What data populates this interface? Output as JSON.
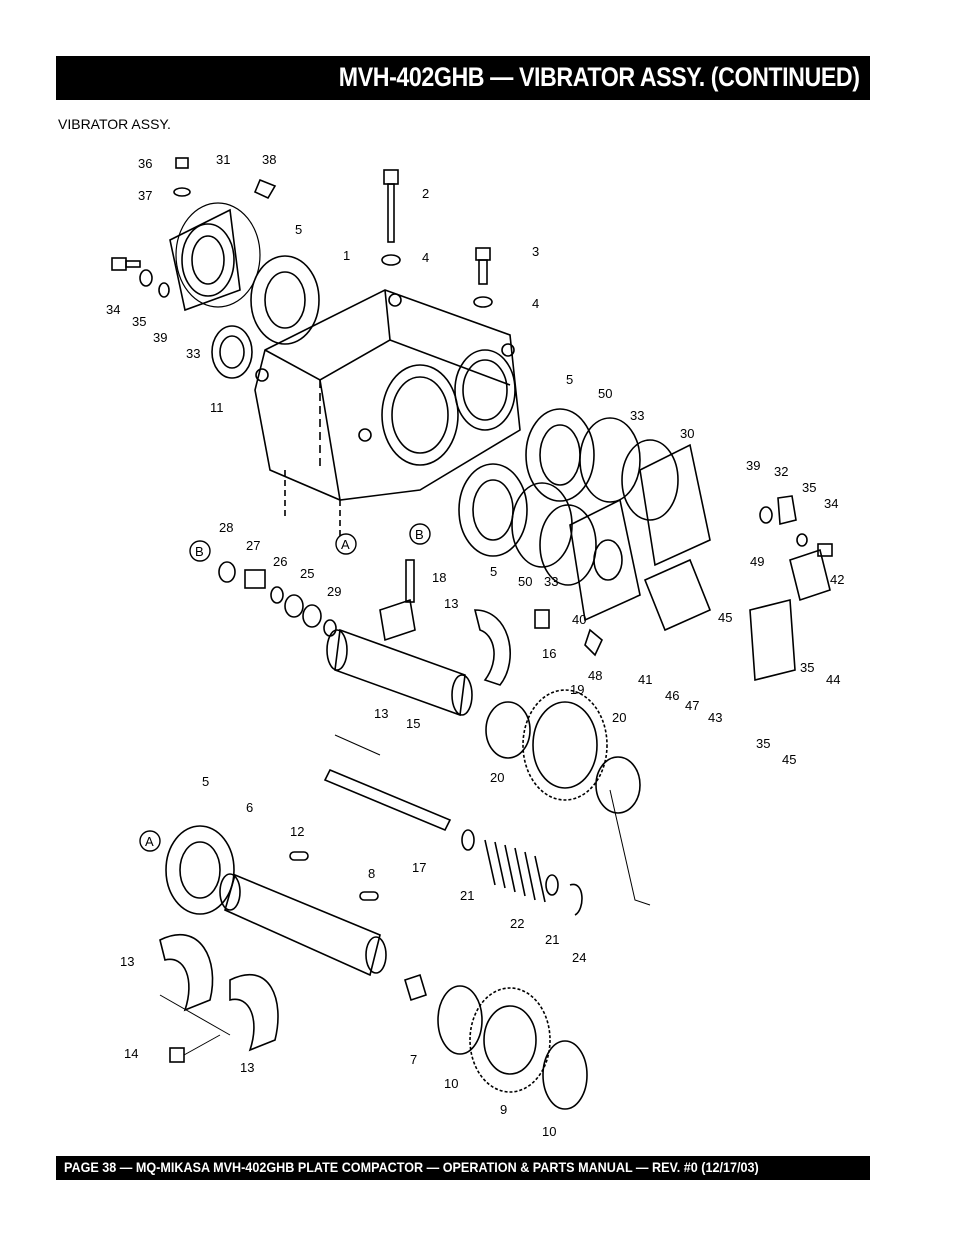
{
  "header": {
    "title": "MVH-402GHB — VIBRATOR ASSY. (CONTINUED)"
  },
  "section": {
    "label": "VIBRATOR  ASSY."
  },
  "callouts": [
    {
      "id": "c36",
      "text": "36"
    },
    {
      "id": "c31",
      "text": "31"
    },
    {
      "id": "c38",
      "text": "38"
    },
    {
      "id": "c37",
      "text": "37"
    },
    {
      "id": "c2",
      "text": "2"
    },
    {
      "id": "c5a",
      "text": "5"
    },
    {
      "id": "c1",
      "text": "1"
    },
    {
      "id": "c4a",
      "text": "4"
    },
    {
      "id": "c3",
      "text": "3"
    },
    {
      "id": "c4b",
      "text": "4"
    },
    {
      "id": "c34a",
      "text": "34"
    },
    {
      "id": "c35a",
      "text": "35"
    },
    {
      "id": "c39a",
      "text": "39"
    },
    {
      "id": "c33a",
      "text": "33"
    },
    {
      "id": "c11",
      "text": "11"
    },
    {
      "id": "c5b",
      "text": "5"
    },
    {
      "id": "c50a",
      "text": "50"
    },
    {
      "id": "c33b",
      "text": "33"
    },
    {
      "id": "c30",
      "text": "30"
    },
    {
      "id": "c39b",
      "text": "39"
    },
    {
      "id": "c32",
      "text": "32"
    },
    {
      "id": "c35b",
      "text": "35"
    },
    {
      "id": "c34b",
      "text": "34"
    },
    {
      "id": "c28",
      "text": "28"
    },
    {
      "id": "c27",
      "text": "27"
    },
    {
      "id": "c26",
      "text": "26"
    },
    {
      "id": "c25",
      "text": "25"
    },
    {
      "id": "c29",
      "text": "29"
    },
    {
      "id": "c18",
      "text": "18"
    },
    {
      "id": "c13a",
      "text": "13"
    },
    {
      "id": "c16",
      "text": "16"
    },
    {
      "id": "c5c",
      "text": "5"
    },
    {
      "id": "c50b",
      "text": "50"
    },
    {
      "id": "c33c",
      "text": "33"
    },
    {
      "id": "c40",
      "text": "40"
    },
    {
      "id": "c49",
      "text": "49"
    },
    {
      "id": "c42",
      "text": "42"
    },
    {
      "id": "c45a",
      "text": "45"
    },
    {
      "id": "c44",
      "text": "44"
    },
    {
      "id": "c35c",
      "text": "35"
    },
    {
      "id": "c48",
      "text": "48"
    },
    {
      "id": "c41",
      "text": "41"
    },
    {
      "id": "c46",
      "text": "46"
    },
    {
      "id": "c47",
      "text": "47"
    },
    {
      "id": "c43",
      "text": "43"
    },
    {
      "id": "c13b",
      "text": "13"
    },
    {
      "id": "c15",
      "text": "15"
    },
    {
      "id": "c19",
      "text": "19"
    },
    {
      "id": "c20a",
      "text": "20"
    },
    {
      "id": "c20b",
      "text": "20"
    },
    {
      "id": "c35d",
      "text": "35"
    },
    {
      "id": "c45b",
      "text": "45"
    },
    {
      "id": "c5d",
      "text": "5"
    },
    {
      "id": "c6",
      "text": "6"
    },
    {
      "id": "c12",
      "text": "12"
    },
    {
      "id": "c17",
      "text": "17"
    },
    {
      "id": "c8",
      "text": "8"
    },
    {
      "id": "c21a",
      "text": "21"
    },
    {
      "id": "c22",
      "text": "22"
    },
    {
      "id": "c21b",
      "text": "21"
    },
    {
      "id": "c24",
      "text": "24"
    },
    {
      "id": "c13c",
      "text": "13"
    },
    {
      "id": "c14",
      "text": "14"
    },
    {
      "id": "c13d",
      "text": "13"
    },
    {
      "id": "c7",
      "text": "7"
    },
    {
      "id": "c10a",
      "text": "10"
    },
    {
      "id": "c9",
      "text": "9"
    },
    {
      "id": "c10b",
      "text": "10"
    }
  ],
  "refs": [
    {
      "id": "rA1",
      "text": "A"
    },
    {
      "id": "rB1",
      "text": "B"
    },
    {
      "id": "rB2",
      "text": "B"
    },
    {
      "id": "rA2",
      "text": "A"
    }
  ],
  "footer": {
    "text": "PAGE 38 — MQ-MIKASA MVH-402GHB PLATE COMPACTOR —  OPERATION & PARTS MANUAL — REV. #0  (12/17/03)"
  }
}
